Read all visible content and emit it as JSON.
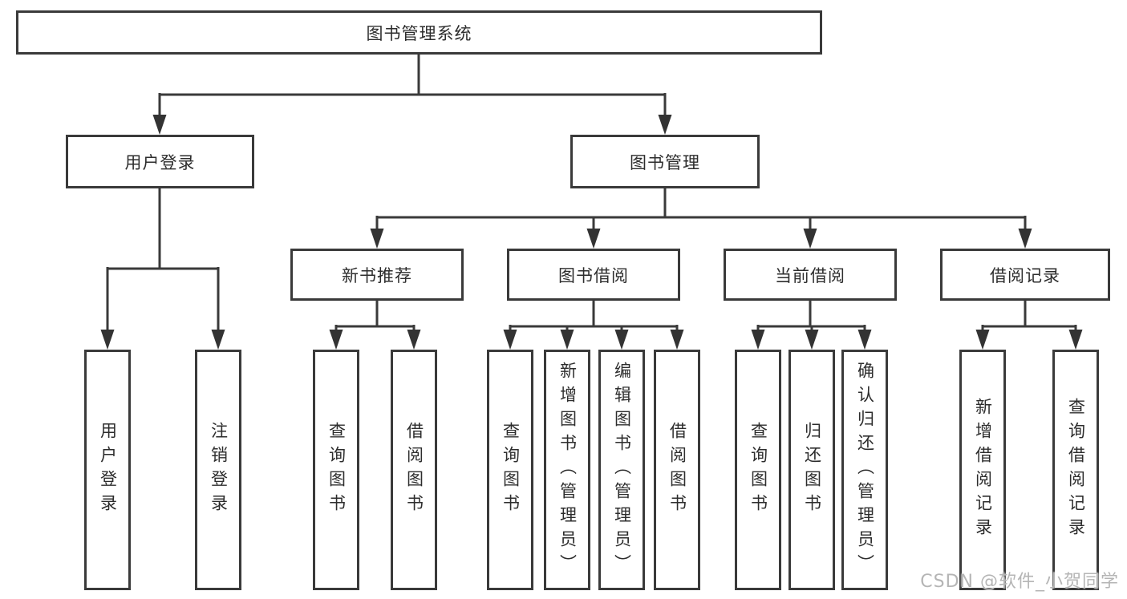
{
  "root": {
    "label": "图书管理系统"
  },
  "branches": [
    {
      "label": "用户登录",
      "leaves": [
        {
          "label": "用户登录"
        },
        {
          "label": "注销登录"
        }
      ]
    },
    {
      "label": "图书管理",
      "groups": [
        {
          "label": "新书推荐",
          "leaves": [
            {
              "label": "查询图书"
            },
            {
              "label": "借阅图书"
            }
          ]
        },
        {
          "label": "图书借阅",
          "leaves": [
            {
              "label": "查询图书"
            },
            {
              "label": "新增图书（管理员）"
            },
            {
              "label": "编辑图书（管理员）"
            },
            {
              "label": "借阅图书"
            }
          ]
        },
        {
          "label": "当前借阅",
          "leaves": [
            {
              "label": "查询图书"
            },
            {
              "label": "归还图书"
            },
            {
              "label": "确认归还（管理员）"
            }
          ]
        },
        {
          "label": "借阅记录",
          "leaves": [
            {
              "label": "新增借阅记录"
            },
            {
              "label": "查询借阅记录"
            }
          ]
        }
      ]
    }
  ],
  "watermark": "CSDN @软件_小贺同学",
  "colors": {
    "line": "#3a3a3a",
    "text": "#2d2d2d",
    "background": "#ffffff",
    "watermark": "#b5b5b5"
  }
}
